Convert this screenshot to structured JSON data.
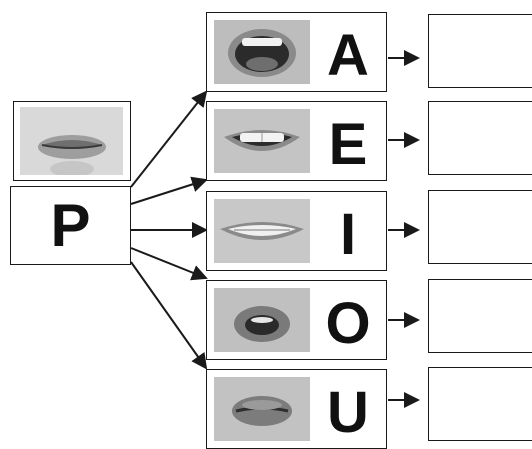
{
  "source": {
    "letter": "P",
    "photo_icon": "closed-lips-mouth-photo"
  },
  "vowels": [
    {
      "letter": "A",
      "mouth_icon": "wide-open-mouth-photo"
    },
    {
      "letter": "E",
      "mouth_icon": "smiling-mouth-teeth-photo"
    },
    {
      "letter": "I",
      "mouth_icon": "wide-smile-teeth-photo"
    },
    {
      "letter": "O",
      "mouth_icon": "rounded-open-mouth-photo"
    },
    {
      "letter": "U",
      "mouth_icon": "pursed-lips-photo"
    }
  ],
  "answers": [
    "",
    "",
    "",
    "",
    ""
  ],
  "colors": {
    "line": "#1a1a1a",
    "photo_bg": "#bdbdbd"
  }
}
